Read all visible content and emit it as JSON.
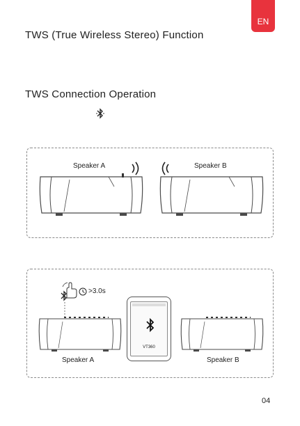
{
  "lang_tab": "EN",
  "title_tws": "TWS (True Wireless Stereo) Function",
  "title_connection": "TWS Connection Operation",
  "diagram1": {
    "speaker_a_label": "Speaker A",
    "speaker_b_label": "Speaker B"
  },
  "diagram2": {
    "timer_text": ">3.0s",
    "phone_device_name": "VT360",
    "speaker_a_label": "Speaker A",
    "speaker_b_label": "Speaker B"
  },
  "page_number": "04",
  "colors": {
    "accent": "#e8333d",
    "line": "#4a4a4a",
    "dash": "#8a8a8a"
  },
  "icons": [
    "bluetooth-icon",
    "sound-waves-icon",
    "press-hand-icon",
    "timer-icon",
    "bluetooth-icon"
  ]
}
